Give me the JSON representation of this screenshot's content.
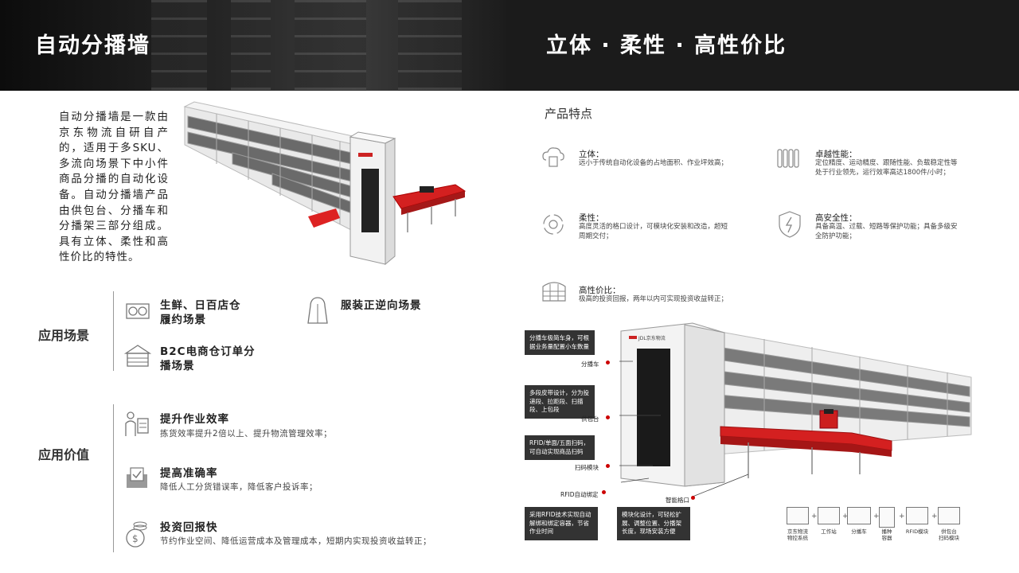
{
  "header": {
    "left_title": "自动分播墙",
    "right_title": "立体 · 柔性 · 高性价比"
  },
  "intro": {
    "text": "自动分播墙是一款由京东物流自研自产的，适用于多SKU、多流向场景下中小件商品分播的自动化设备。自动分播墙产品由供包台、分播车和分播架三部分组成。具有立体、柔性和高性价比的特性。"
  },
  "scenarios": {
    "label": "应用场景",
    "items": [
      {
        "title_line1": "生鲜、日百店仓",
        "title_line2": "履约场景",
        "icon": "containers-icon"
      },
      {
        "title_line1": "服装正逆向场景",
        "title_line2": "",
        "icon": "raincoat-icon"
      },
      {
        "title_line1": "B2C电商仓订单分",
        "title_line2": "播场景",
        "icon": "warehouse-icon"
      }
    ]
  },
  "values": {
    "label": "应用价值",
    "items": [
      {
        "title": "提升作业效率",
        "desc": "拣货效率提升2倍以上、提升物流管理效率；",
        "icon": "worker-chart-icon"
      },
      {
        "title": "提高准确率",
        "desc": "降低人工分货错误率，降低客户投诉率；",
        "icon": "checked-mail-icon"
      },
      {
        "title": "投资回报快",
        "desc": "节约作业空间、降低运营成本及管理成本，短期内实现投资收益转正；",
        "icon": "coins-icon"
      }
    ]
  },
  "features": {
    "heading": "产品特点",
    "items": [
      {
        "title": "立体：",
        "desc": "远小于传统自动化设备的占地面积、作业坪效高；",
        "icon": "cloud-cube-icon"
      },
      {
        "title": "卓越性能：",
        "desc_line1": "定位精度、运动精度、跟随性能、负载稳定性等",
        "desc_line2": "处于行业领先，运行效率高达1800件/小时；",
        "icon": "radiator-icon"
      },
      {
        "title": "柔性：",
        "desc_line1": "高度灵活的格口设计，可模块化安装和改造，超短",
        "desc_line2": "周期交付；",
        "icon": "cycle-arrows-icon"
      },
      {
        "title": "高安全性：",
        "desc_line1": "具备高温、过载、短路等保护功能；具备多级安",
        "desc_line2": "全防护功能；",
        "icon": "shield-icon"
      },
      {
        "title": "高性价比：",
        "desc": "极高的投资回报，两年以内可实现投资收益转正；",
        "icon": "grid-box-icon"
      }
    ]
  },
  "machine": {
    "brand_mark": "JDL京东物流",
    "callouts": [
      {
        "text": "分播车极简车身，可根据业务量配置小车数量",
        "label": "分播车"
      },
      {
        "text": "多段皮带设计，分为投递段、拉距段、扫描段、上包段",
        "label": "供包台"
      },
      {
        "text": "RFID/单面/五面扫码，可自动实现商品扫码",
        "label": "扫码模块"
      },
      {
        "text": "",
        "label": "RFID自动绑定"
      },
      {
        "text": "采用RFID技术实现自动解绑和绑定容器，节省作业时间",
        "label": ""
      },
      {
        "text": "模块化设计，可轻松扩展、调整位置、分播架长度，现场安装方便",
        "label": "智能格口"
      }
    ]
  },
  "legend": {
    "items": [
      {
        "label_line1": "京东物流",
        "label_line2": "物控系统",
        "icon": "monitor-icon"
      },
      {
        "label_line1": "工作站",
        "label_line2": "",
        "icon": "workstation-icon"
      },
      {
        "label_line1": "分播车",
        "label_line2": "",
        "icon": "cart-icon"
      },
      {
        "label_line1": "播种",
        "label_line2": "容器",
        "icon": "container-icon"
      },
      {
        "label_line1": "RFID模块",
        "label_line2": "",
        "icon": "rfid-icon"
      },
      {
        "label_line1": "供包台",
        "label_line2": "扫码模块",
        "icon": "feeder-icon"
      }
    ]
  }
}
